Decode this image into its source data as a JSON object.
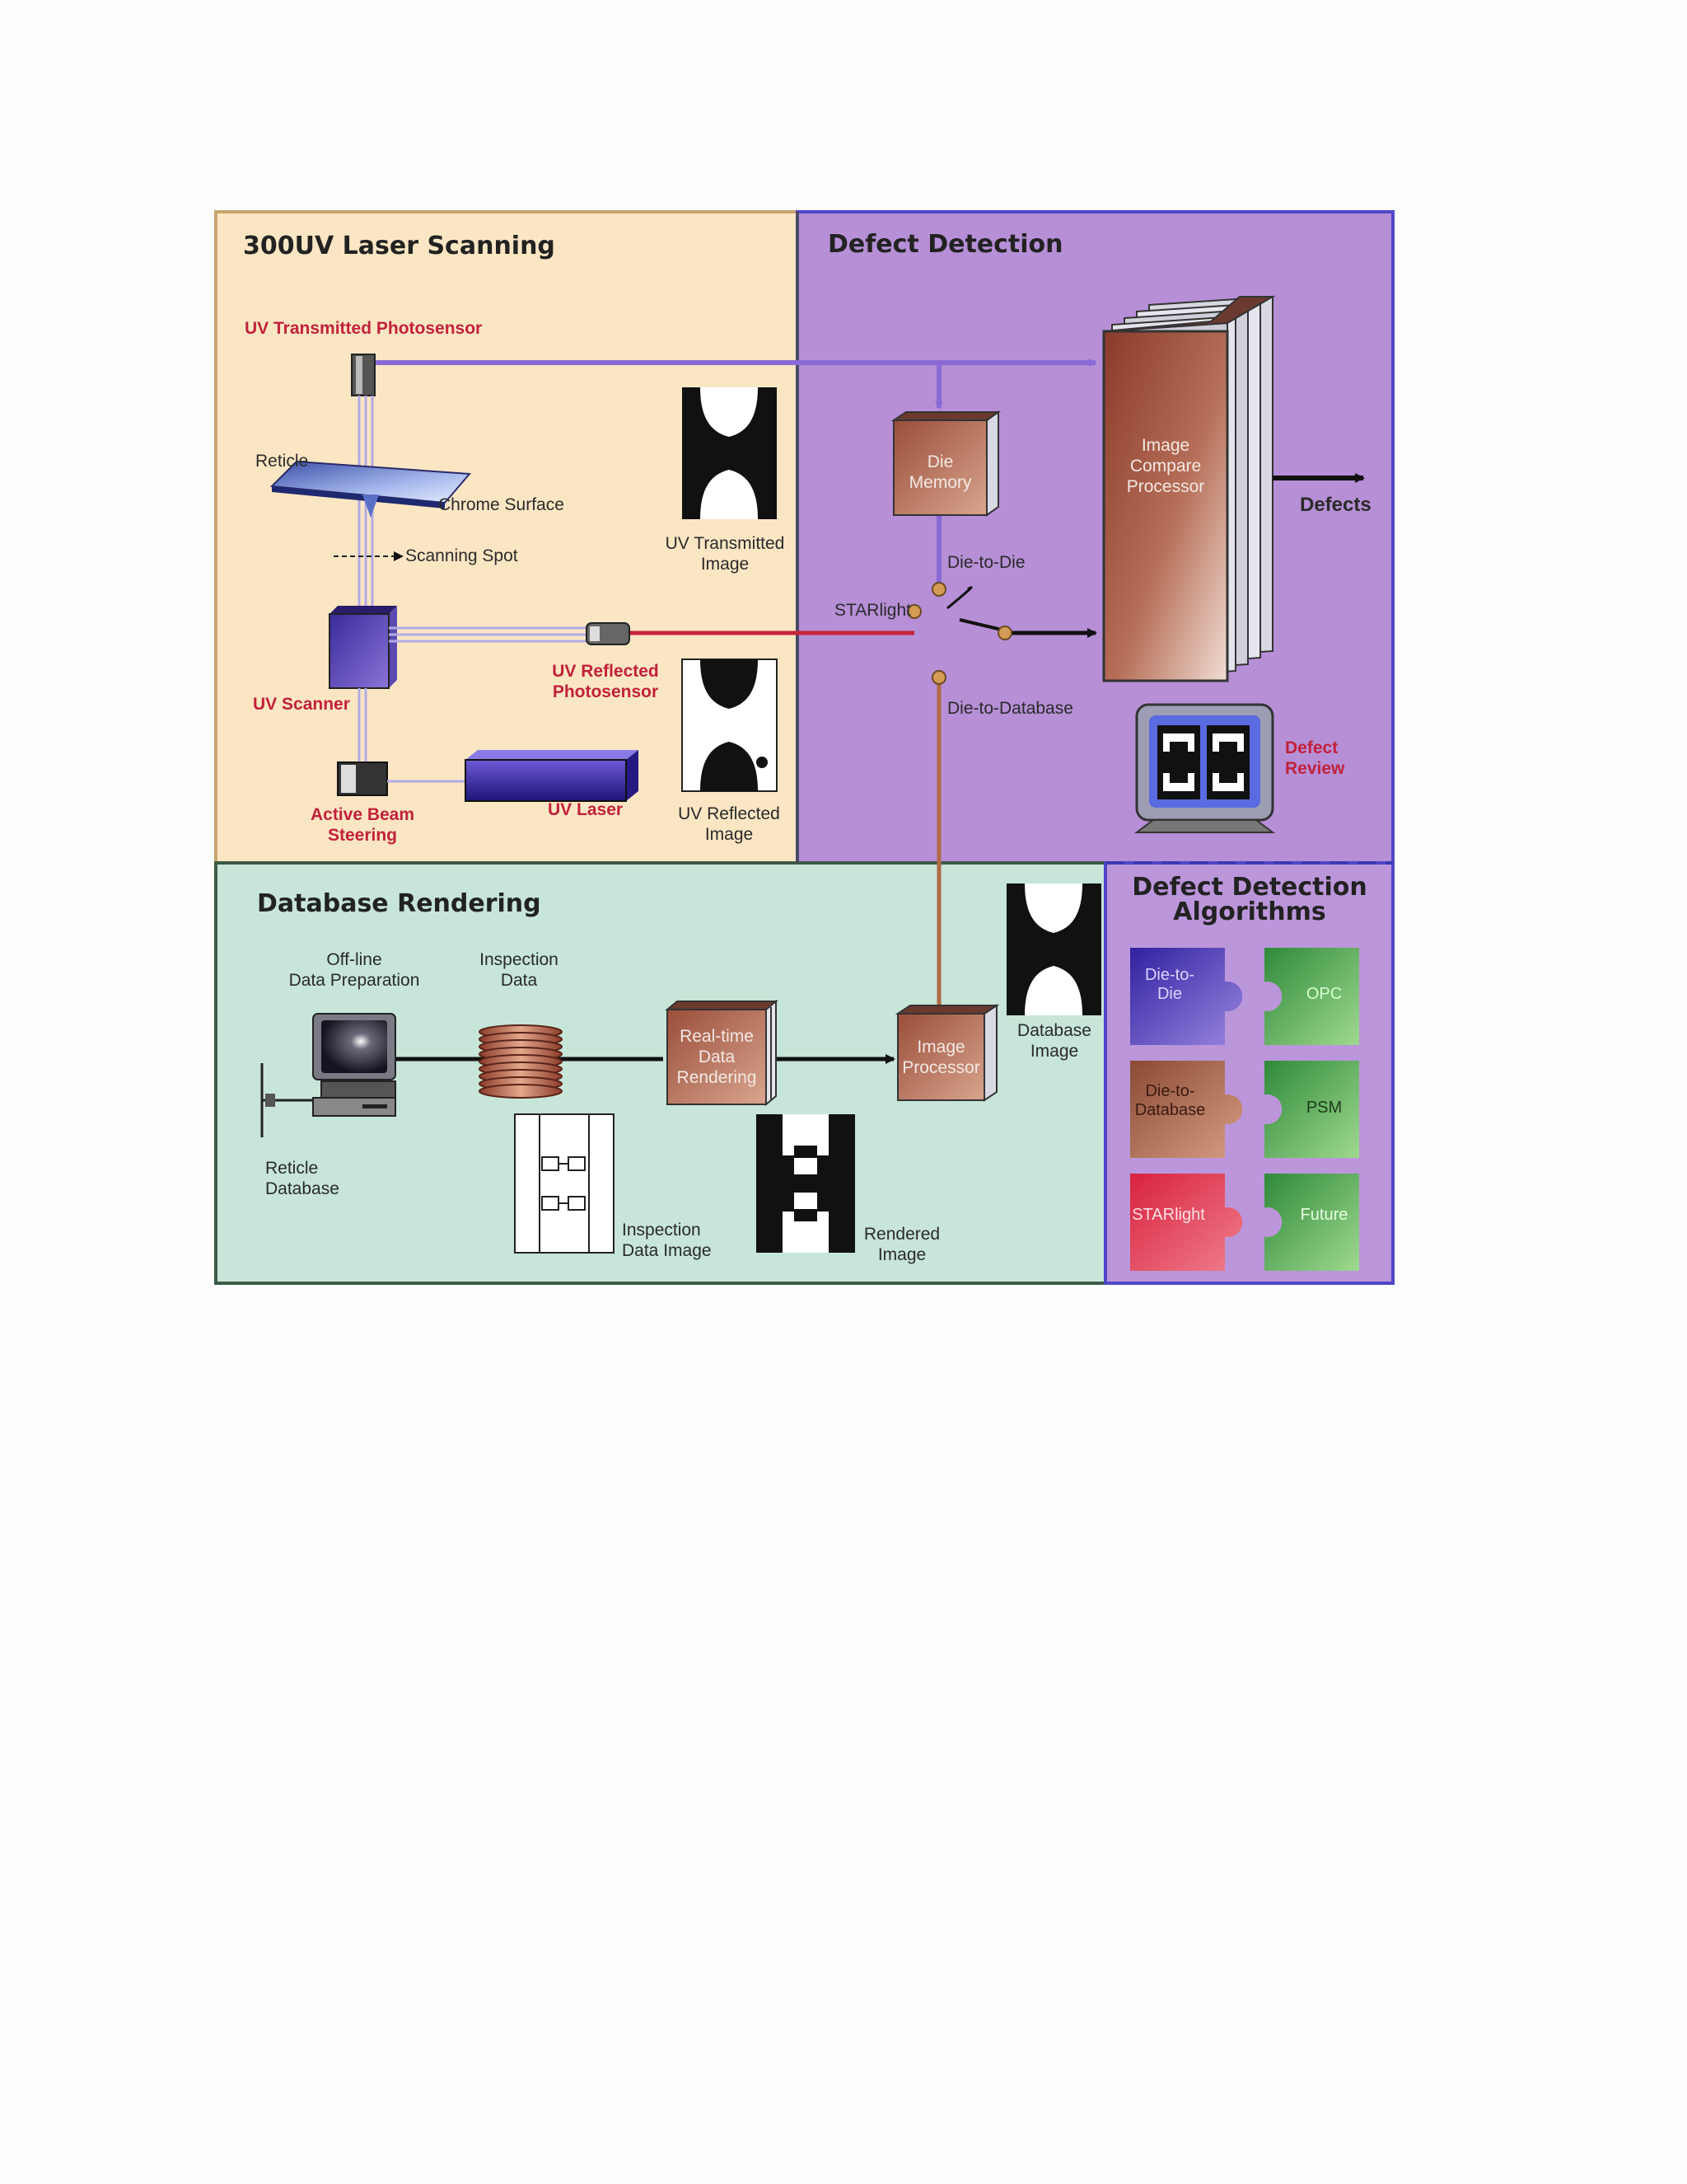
{
  "panels": {
    "laser_scanning": "300UV Laser Scanning",
    "defect_detection": "Defect Detection",
    "database_rendering": "Database Rendering",
    "algorithms": "Defect Detection\nAlgorithms"
  },
  "labels": {
    "uv_transmitted_photosensor": "UV Transmitted Photosensor",
    "reticle": "Reticle",
    "chrome_surface": "Chrome Surface",
    "scanning_spot": "Scanning Spot",
    "uv_transmitted_image": "UV Transmitted\nImage",
    "uv_scanner": "UV Scanner",
    "uv_reflected_photosensor": "UV Reflected\nPhotosensor",
    "uv_reflected_image": "UV Reflected\nImage",
    "active_beam_steering": "Active Beam\nSteering",
    "uv_laser": "UV Laser",
    "die_memory": "Die\nMemory",
    "image_compare_processor": "Image\nCompare\nProcessor",
    "defects": "Defects",
    "die_to_die": "Die-to-Die",
    "starlight": "STARlight",
    "die_to_database": "Die-to-Database",
    "defect_review": "Defect\nReview",
    "offline_data_preparation": "Off-line\nData Preparation",
    "inspection_data": "Inspection\nData",
    "realtime_data_rendering": "Real-time\nData\nRendering",
    "image_processor": "Image\nProcessor",
    "database_image": "Database\nImage",
    "reticle_database": "Reticle\nDatabase",
    "inspection_data_image": "Inspection\nData Image",
    "rendered_image": "Rendered\nImage"
  },
  "algorithms": [
    {
      "label": "Die-to-\nDie",
      "color": "#4a3aa6"
    },
    {
      "label": "OPC",
      "color": "#3f9e45"
    },
    {
      "label": "Die-to-\nDatabase",
      "color": "#9a5238"
    },
    {
      "label": "PSM",
      "color": "#3f9e45"
    },
    {
      "label": "STARlight",
      "color": "#d8304a"
    },
    {
      "label": "Future",
      "color": "#3f9e45"
    }
  ],
  "colors": {
    "laser_panel": "#fbe6c4",
    "detection_panel": "#b68fd6",
    "rendering_panel": "#c7e5d8",
    "algorithms_panel": "#bb96da",
    "violet_path": "#8a6ad6",
    "red_path": "#c8243c",
    "copper_path": "#b06a45",
    "accent_red": "#c2213a"
  }
}
